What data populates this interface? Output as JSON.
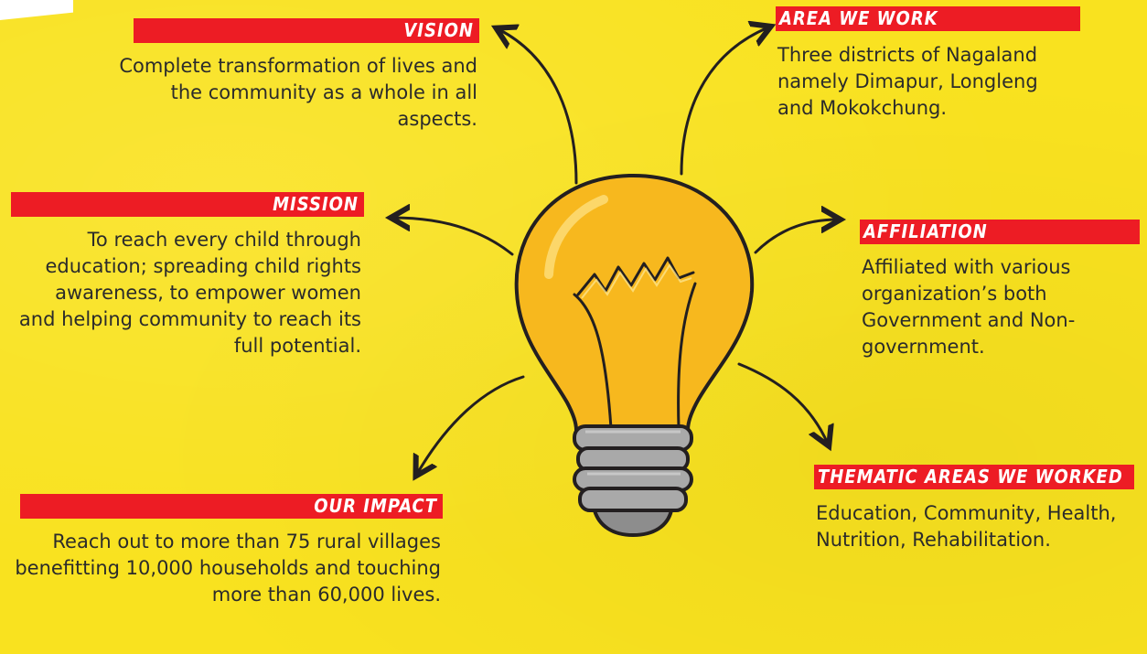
{
  "sections": {
    "vision": {
      "title": "VISION",
      "text": "Complete transformation of lives and the community as a whole in all aspects."
    },
    "mission": {
      "title": "MISSION",
      "text": "To reach every child through education; spreading child rights awareness, to empower women and helping community to reach its full potential."
    },
    "impact": {
      "title": "OUR IMPACT",
      "text": "Reach out to more than 75 rural villages benefitting 10,000 households and touching more than 60,000 lives."
    },
    "area": {
      "title": "AREA WE WORK",
      "text": "Three districts of Nagaland namely Dimapur, Longleng and Mokokchung."
    },
    "affiliation": {
      "title": "AFFILIATION",
      "text": "Affiliated with various organization’s both Government and Non-government."
    },
    "thematic": {
      "title": "THEMATIC AREAS WE WORKED",
      "text": "Education, Community, Health, Nutrition, Rehabilitation."
    }
  },
  "colors": {
    "background": "#f9e21f",
    "title_bar": "#ed1c24",
    "title_text": "#ffffff",
    "body_text": "#2b2b2b",
    "bulb_glass": "#f7b81e",
    "bulb_base": "#a9a9a9",
    "outline": "#231f20"
  },
  "icons": [
    "lightbulb-icon",
    "arrow-icon"
  ]
}
